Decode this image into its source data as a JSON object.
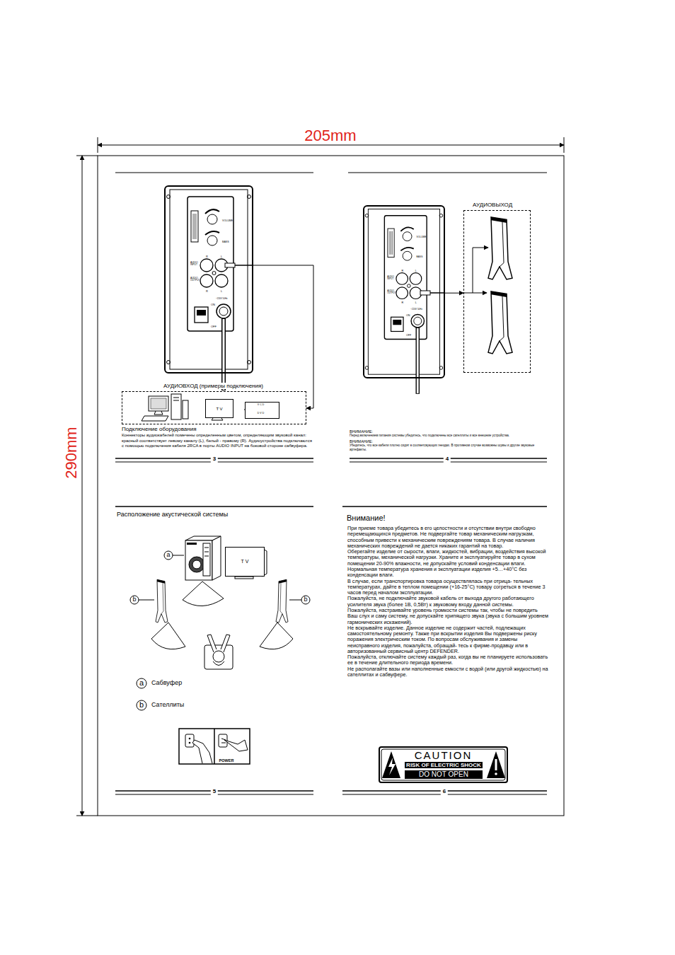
{
  "diagram": {
    "nodes": [
      {
        "text": [
          "VOLUME",
          "BASS",
          "R",
          "L",
          "AUDIO INPUT",
          "AUDIO OUTPUT",
          "R",
          "L",
          "ON",
          "OFF",
          "~220V 50Hz"
        ]
      },
      {
        "text": [
          "АУДИОВХОД (примеры подключения)"
        ]
      },
      {
        "text": [
          "T V"
        ],
        "in": 1
      },
      {
        "text": [
          "V C D",
          "D V D"
        ],
        "in": 1
      },
      {
        "text": [
          "VOLUME",
          "BASS",
          "R",
          "L",
          "AUDIO INPUT",
          "AUDIO OUTPUT",
          "R",
          "L",
          "ON",
          "OFF",
          "~220V 50Hz"
        ]
      },
      {
        "text": [
          "АУДИОВЫХОД"
        ]
      },
      {
        "text": [
          "T V"
        ]
      },
      {
        "text": [
          "CAUTION",
          "RISK OF ELECTRIC SHOCK",
          "DO NOT OPEN"
        ]
      }
    ],
    "edges": [
      {
        "from": 0,
        "to": 1,
        "arrow": "to"
      },
      {
        "from": 4,
        "to": 5,
        "arrow": "to"
      }
    ],
    "labels": [
      "205mm",
      "290mm",
      "Подключение оборудования",
      "Коннекторы аудиокабелей помечены определенным цветом, определяющим звуковой канал: красный соответствует левому каналу (L), белый - правому (R). Аудиоустройства подключаются с помощью подключения кабеля 2RCA в порты AUDIO INPUT на боковой стороне сабвуфера.",
      "3",
      "ВНИМАНИЕ:",
      "Перед включением питания системы убедитесь, что подключены все сателлиты и все внешние устройства.",
      "ВНИМАНИЕ:",
      "Убедитесь, что все кабели плотно сидят в соответсвующих гнездах. В противном случае возможны шумы и другие звуковые артефакты.",
      "4",
      "Расположение акустической системы",
      "a",
      "b",
      "b",
      "a",
      "Сабвуфер",
      "b",
      "Сателлиты",
      "POWER",
      "5",
      "Внимание!",
      "При приеме товара убедитесь в его целостности и отсутствии внутри свободно перемещающихся предметов. Не подвергайте товар механическим нагрузкам, способным привести к механическим повреждениям товара. В случае наличия механических повреждений не дается никаких гарантий на товар.",
      "Оберегайте изделие от сырости, влаги, жидкостей, вибрации, воздействия высокой температуры, механической нагрузки. Храните и эксплуатируйте товар в сухом помещении 20-90% влажности, не допускайте условий конденсации влаги.",
      "Нормальная температура хранения и эксплуатации изделия +5…+40°С без конденсации влаги.",
      "В случае, если транспортировка товара осуществлялась при отрица- тельных температурах, дайте в теплом помещении (+16-25°С) товару согреться в течение 3 часов перед началом эксплуатации.",
      "Пожалуйста, не подключайте звуковой кабель от выхода другого работающего усилителя звука (более 1В, 0,5Вт) к звуковому входу данной системы.",
      "Пожалуйста, настраивайте уровень громкости системы так, чтобы не повредить Ваш слух и саму систему, не допускайте хрипящего звука (звука с большим уровнем гармонических искажений).",
      "Не вскрывайте изделие. Данное изделие не содержит частей, подлежащих самостоятельному ремонту. Также при вскрытии изделия Вы подвержены риску поражения электрическим током. По вопросам обслуживания и замены неисправного изделия, пожалуйста, обращай- тесь к фирме-продавцу или в авторизованный сервисный центр DEFENDER.",
      "Пожалуйста, отключайте систему каждый раз, когда вы не планируете использовать ее в течение длительного периода времени.",
      "Не располагайте вазы или наполненные емкости с водой (или другой жидкостью) на сателлитах и сабвуфере.",
      "6"
    ]
  }
}
